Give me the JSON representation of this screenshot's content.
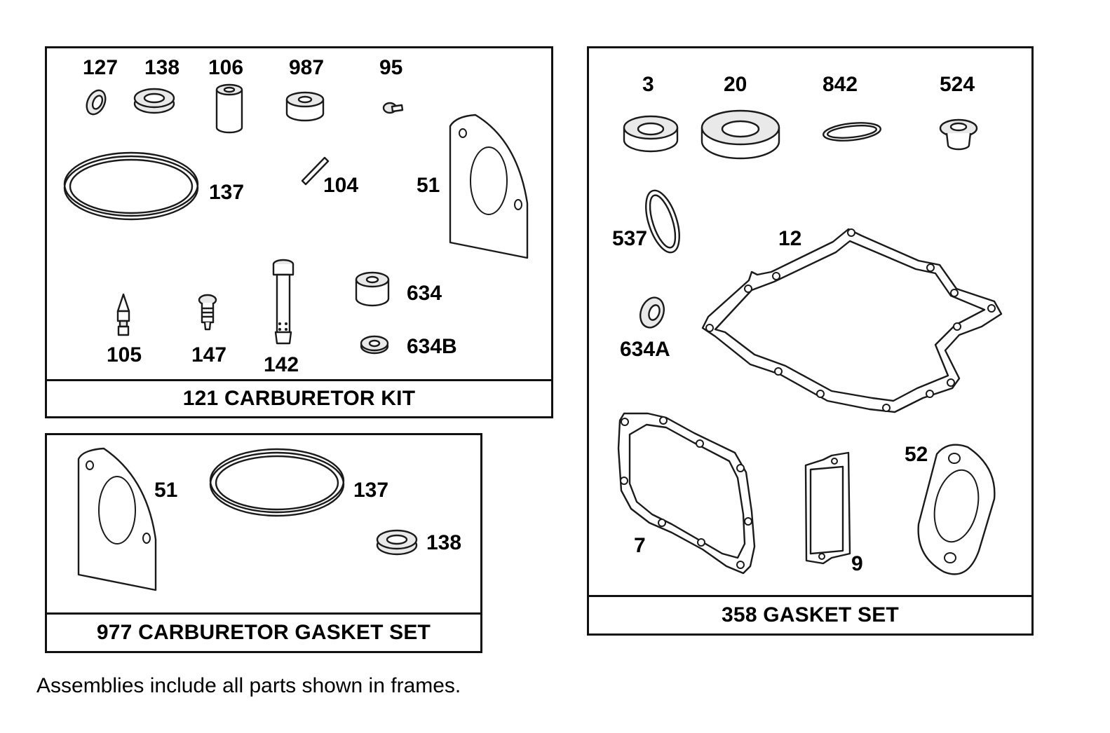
{
  "frames": {
    "carb_kit": {
      "title": "121 CARBURETOR KIT"
    },
    "carb_gasket_set": {
      "title": "977 CARBURETOR GASKET SET"
    },
    "gasket_set": {
      "title": "358 GASKET SET"
    }
  },
  "labels": {
    "k127": "127",
    "k138": "138",
    "k106": "106",
    "k987": "987",
    "k95": "95",
    "k137": "137",
    "k104": "104",
    "k51": "51",
    "k634": "634",
    "k634b": "634B",
    "k105": "105",
    "k147": "147",
    "k142": "142",
    "g51": "51",
    "g137": "137",
    "g138": "138",
    "s3": "3",
    "s20": "20",
    "s842": "842",
    "s524": "524",
    "s537": "537",
    "s12": "12",
    "s634a": "634A",
    "s7": "7",
    "s9": "9",
    "s52": "52"
  },
  "footnote": "Assemblies include all parts shown in frames."
}
